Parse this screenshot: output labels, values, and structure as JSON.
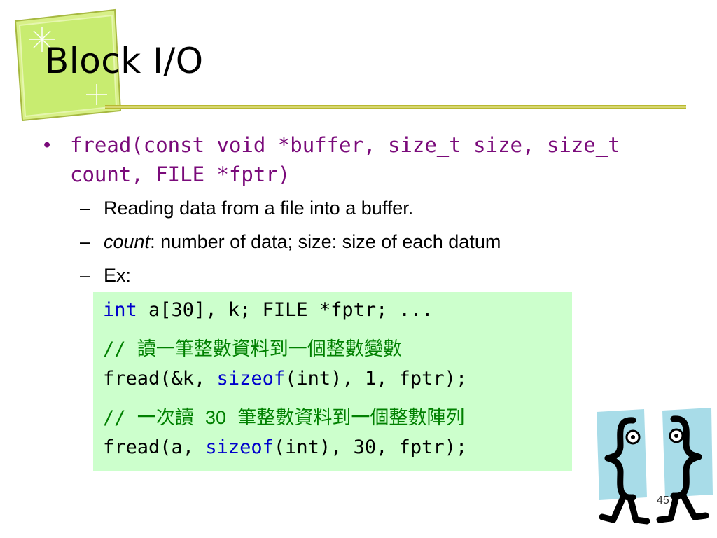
{
  "slide": {
    "title": "Block I/O",
    "bullet": "fread(const void *buffer, size_t size, size_t count, FILE *fptr)",
    "sub_items": [
      {
        "dash": "–",
        "text": "Reading data from a file into a buffer."
      },
      {
        "dash": "–",
        "italic": "count",
        "text": ": number of data; size: size of each datum"
      },
      {
        "dash": "–",
        "text": "Ex:"
      }
    ],
    "code": {
      "line1": {
        "kw": "int",
        "rest": " a[30], k; FILE *fptr; ..."
      },
      "line2": {
        "comment": "// 讀一筆整數資料到一個整數變數"
      },
      "line3": {
        "pre": "fread(&k, ",
        "kw": "sizeof",
        "post": "(int), 1, fptr);"
      },
      "line4": {
        "comment_a": "// 一次讀 ",
        "num": "30",
        "comment_b": " 筆整數資料到一個整數陣列"
      },
      "line5": {
        "pre": "fread(a, ",
        "kw": "sizeof",
        "post": "(int), 30, fptr);"
      }
    },
    "page_number": "45"
  },
  "colors": {
    "bullet_text": "#7a0a7a",
    "keyword": "#0000cc",
    "comment": "#008000",
    "code_background": "#ccffcc",
    "rule": "#b8b830"
  },
  "icons": [
    "sparkle-card-decoration-icon",
    "curly-braces-characters-icon"
  ]
}
